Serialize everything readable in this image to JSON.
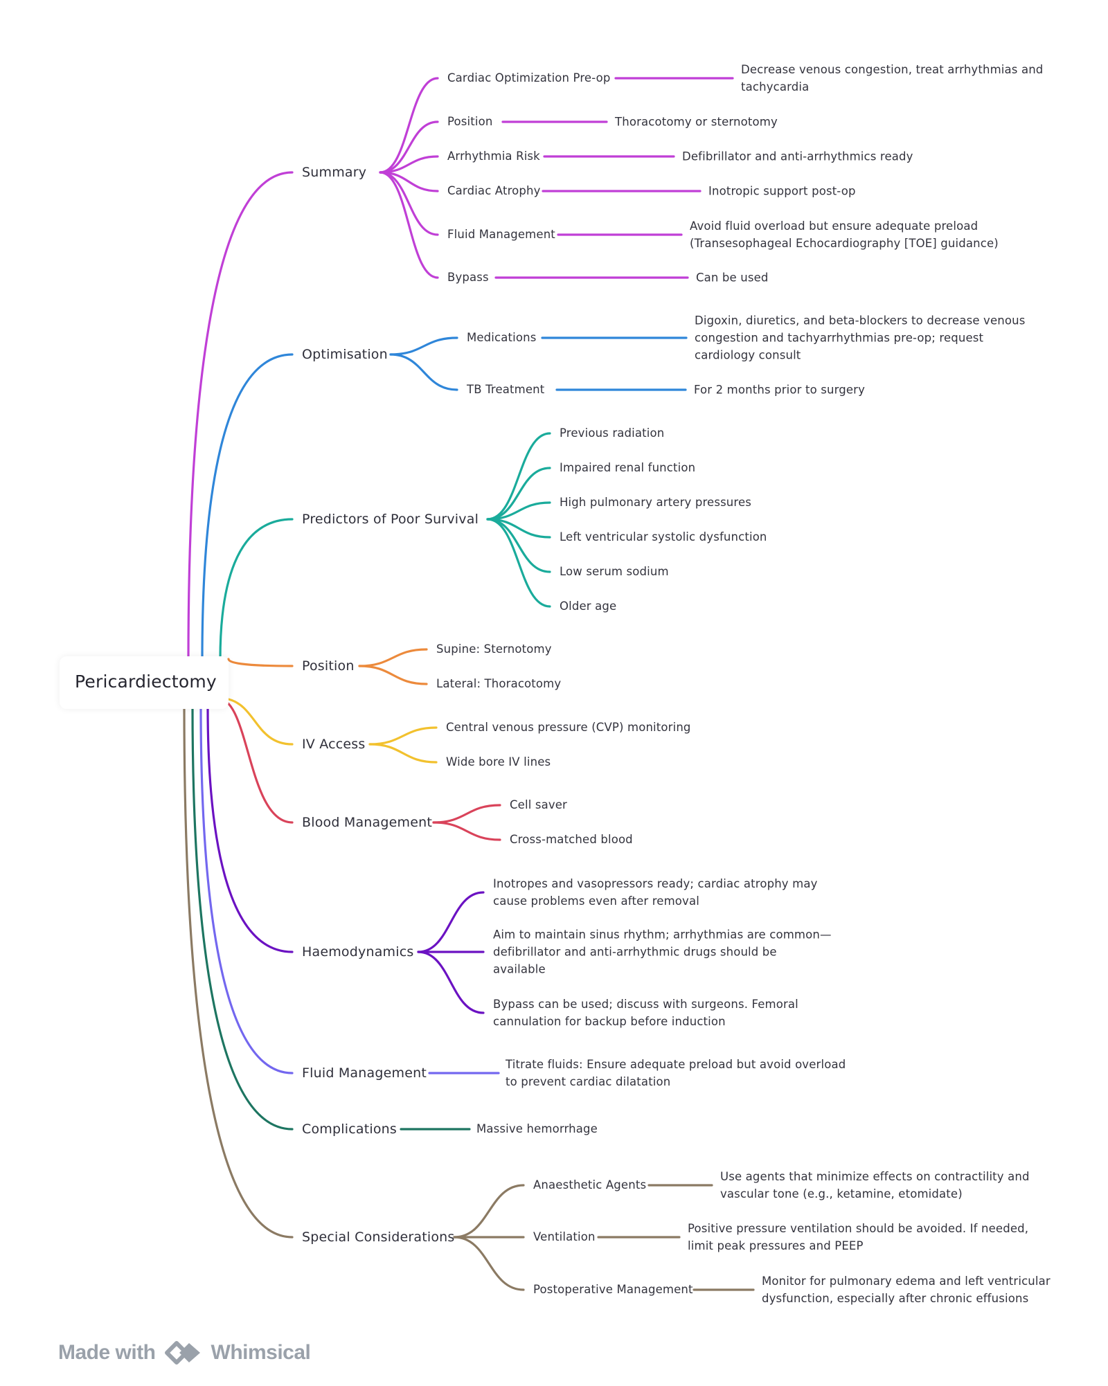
{
  "root": {
    "label": "Pericardiectomy"
  },
  "branches": [
    {
      "label": "Summary",
      "color": "#c03fd6",
      "children": [
        {
          "label": "Cardiac Optimization Pre-op",
          "detail": [
            "Decrease venous congestion, treat arrhythmias and",
            "tachycardia"
          ]
        },
        {
          "label": "Position",
          "detail": [
            "Thoracotomy or sternotomy"
          ]
        },
        {
          "label": "Arrhythmia Risk",
          "detail": [
            "Defibrillator and anti-arrhythmics ready"
          ]
        },
        {
          "label": "Cardiac Atrophy",
          "detail": [
            "Inotropic support post-op"
          ]
        },
        {
          "label": "Fluid Management",
          "detail": [
            "Avoid fluid overload but ensure adequate preload",
            "(Transesophageal Echocardiography [TOE] guidance)"
          ]
        },
        {
          "label": "Bypass",
          "detail": [
            "Can be used"
          ]
        }
      ]
    },
    {
      "label": "Optimisation",
      "color": "#2f86d9",
      "children": [
        {
          "label": "Medications",
          "detail": [
            "Digoxin, diuretics, and beta-blockers to decrease venous",
            "congestion and tachyarrhythmias pre-op; request",
            "cardiology consult"
          ]
        },
        {
          "label": "TB Treatment",
          "detail": [
            "For 2 months prior to surgery"
          ]
        }
      ]
    },
    {
      "label": "Predictors of Poor Survival",
      "color": "#1aab9b",
      "children": [
        {
          "label": "Previous radiation"
        },
        {
          "label": "Impaired renal function"
        },
        {
          "label": "High pulmonary artery pressures"
        },
        {
          "label": "Left ventricular systolic dysfunction"
        },
        {
          "label": "Low serum sodium"
        },
        {
          "label": "Older age"
        }
      ]
    },
    {
      "label": "Position",
      "color": "#ec8a3c",
      "children": [
        {
          "label": "Supine: Sternotomy"
        },
        {
          "label": "Lateral: Thoracotomy"
        }
      ]
    },
    {
      "label": "IV Access",
      "color": "#f2c12e",
      "children": [
        {
          "label": "Central venous pressure (CVP) monitoring"
        },
        {
          "label": "Wide bore IV lines"
        }
      ]
    },
    {
      "label": "Blood Management",
      "color": "#d9435a",
      "children": [
        {
          "label": "Cell saver"
        },
        {
          "label": "Cross-matched blood"
        }
      ]
    },
    {
      "label": "Haemodynamics",
      "color": "#6b12c2",
      "children": [
        {
          "text": [
            "Inotropes and vasopressors ready; cardiac atrophy may",
            "cause problems even after removal"
          ]
        },
        {
          "text": [
            "Aim to maintain sinus rhythm; arrhythmias are common—",
            "defibrillator and anti-arrhythmic drugs should be",
            "available"
          ]
        },
        {
          "text": [
            "Bypass can be used; discuss with surgeons. Femoral",
            "cannulation for backup before induction"
          ]
        }
      ]
    },
    {
      "label": "Fluid Management",
      "color": "#7367ef",
      "children": [
        {
          "text": [
            "Titrate fluids: Ensure adequate preload but avoid overload",
            "to prevent cardiac dilatation"
          ]
        }
      ]
    },
    {
      "label": "Complications",
      "color": "#1d7561",
      "children": [
        {
          "label": "Massive hemorrhage"
        }
      ]
    },
    {
      "label": "Special Considerations",
      "color": "#8b7a63",
      "children": [
        {
          "label": "Anaesthetic Agents",
          "detail": [
            "Use agents that minimize effects on contractility and",
            "vascular tone (e.g., ketamine, etomidate)"
          ]
        },
        {
          "label": "Ventilation",
          "detail": [
            "Positive pressure ventilation should be avoided. If needed,",
            "limit peak pressures and PEEP"
          ]
        },
        {
          "label": "Postoperative Management",
          "detail": [
            "Monitor for pulmonary edema and left ventricular",
            "dysfunction, especially after chronic effusions"
          ]
        }
      ]
    }
  ],
  "footer": {
    "made_with": "Made with",
    "brand": "Whimsical",
    "logo_icon": "whimsical-logo-icon"
  }
}
